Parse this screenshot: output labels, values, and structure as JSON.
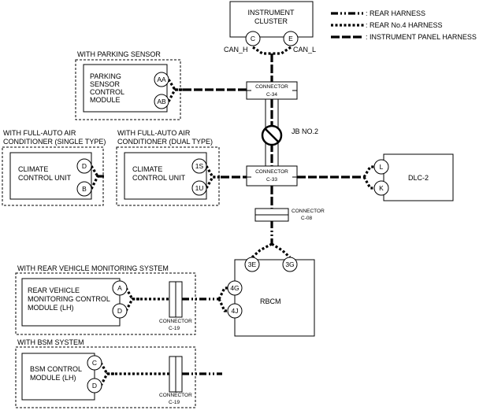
{
  "legend": {
    "rear_harness": ": REAR HARNESS",
    "rear_no4_harness": ": REAR No.4 HARNESS",
    "instrument_panel_harness": ": INSTRUMENT PANEL HARNESS"
  },
  "instrument_cluster": {
    "line1": "INSTRUMENT",
    "line2": "CLUSTER",
    "pin_c": "C",
    "pin_e": "E",
    "can_h": "CAN_H",
    "can_l": "CAN_L"
  },
  "parking_sensor": {
    "group_label": "WITH PARKING SENSOR",
    "line1": "PARKING",
    "line2": "SENSOR",
    "line3": "CONTROL",
    "line4": "MODULE",
    "pin_aa": "AA",
    "pin_ab": "AB"
  },
  "connector_c34": {
    "line1": "CONNECTOR",
    "line2": "C-34"
  },
  "jb": {
    "label": "JB NO.2"
  },
  "connector_c33": {
    "line1": "CONNECTOR",
    "line2": "C-33"
  },
  "ac_single": {
    "group_line1": "WITH FULL-AUTO AIR",
    "group_line2": "CONDITIONER (SINGLE TYPE)",
    "line1": "CLIMATE",
    "line2": "CONTROL UNIT",
    "pin_d": "D",
    "pin_b": "B"
  },
  "ac_dual": {
    "group_line1": "WITH FULL-AUTO AIR",
    "group_line2": "CONDITIONER (DUAL TYPE)",
    "line1": "CLIMATE",
    "line2": "CONTROL UNIT",
    "pin_1s": "1S",
    "pin_1u": "1U"
  },
  "dlc": {
    "label": "DLC-2",
    "pin_l": "L",
    "pin_k": "K"
  },
  "connector_c08": {
    "line1": "CONNECTOR",
    "line2": "C-08"
  },
  "rbcm": {
    "label": "RBCM",
    "pin_3e": "3E",
    "pin_3g": "3G",
    "pin_4g": "4G",
    "pin_4j": "4J"
  },
  "rear_monitor": {
    "group_label": "WITH REAR VEHICLE MONITORING SYSTEM",
    "line1": "REAR VEHICLE",
    "line2": "MONITORING CONTROL",
    "line3": "MODULE (LH)",
    "pin_a": "A",
    "pin_d": "D",
    "conn_line1": "CONNECTOR",
    "conn_line2": "C-19"
  },
  "bsm": {
    "group_label": "WITH BSM SYSTEM",
    "line1": "BSM CONTROL",
    "line2": "MODULE (LH)",
    "pin_c": "C",
    "pin_d": "D",
    "conn_line1": "CONNECTOR",
    "conn_line2": "C-19"
  }
}
